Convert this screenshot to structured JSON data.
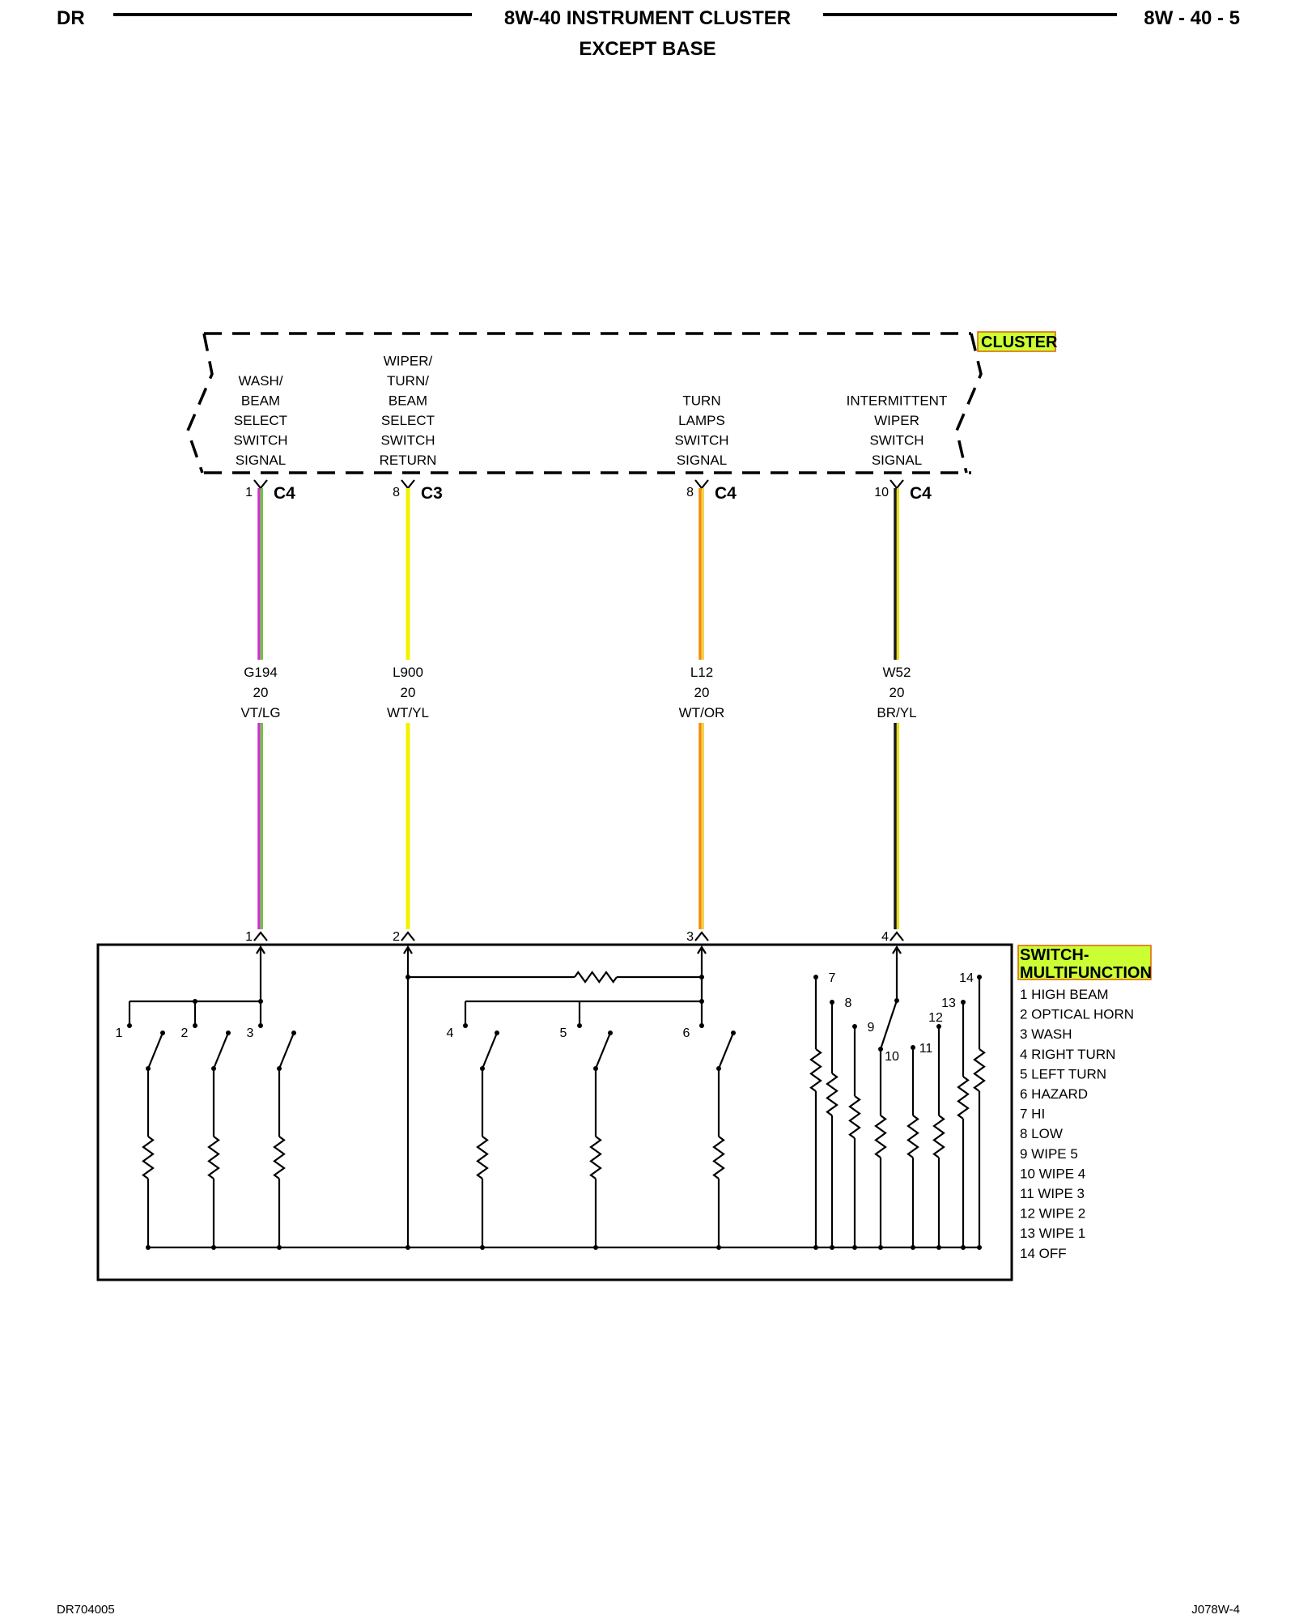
{
  "header": {
    "left": "DR",
    "title": "8W-40 INSTRUMENT CLUSTER",
    "subtitle": "EXCEPT BASE",
    "page": "8W - 40 - 5"
  },
  "cluster": {
    "label": "CLUSTER",
    "highlight": "#ccff33",
    "circuits": [
      {
        "lines": [
          "WASH/",
          "BEAM",
          "SELECT",
          "SWITCH",
          "SIGNAL"
        ],
        "pin": "1",
        "connector": "C4",
        "wire_id": "G194",
        "gauge": "20",
        "color_code": "VT/LG",
        "colors": [
          "#cc33cc",
          "#66cc33"
        ],
        "switch_pin": "1"
      },
      {
        "lines": [
          "WIPER/",
          "TURN/",
          "BEAM",
          "SELECT",
          "SWITCH",
          "RETURN"
        ],
        "pin": "8",
        "connector": "C3",
        "wire_id": "L900",
        "gauge": "20",
        "color_code": "WT/YL",
        "colors": [
          "#f2f200"
        ],
        "switch_pin": "2"
      },
      {
        "lines": [
          "TURN",
          "LAMPS",
          "SWITCH",
          "SIGNAL"
        ],
        "pin": "8",
        "connector": "C4",
        "wire_id": "L12",
        "gauge": "20",
        "color_code": "WT/OR",
        "colors": [
          "#f28c00",
          "#f2d24a"
        ],
        "switch_pin": "3"
      },
      {
        "lines": [
          "INTERMITTENT",
          "WIPER",
          "SWITCH",
          "SIGNAL"
        ],
        "pin": "10",
        "connector": "C4",
        "wire_id": "W52",
        "gauge": "20",
        "color_code": "BR/YL",
        "colors": [
          "#1a1a1a",
          "#e8e000"
        ],
        "switch_pin": "4"
      }
    ]
  },
  "switch": {
    "label_line1": "SWITCH-",
    "label_line2": "MULTIFUNCTION",
    "internal_numbers": [
      "1",
      "2",
      "3",
      "4",
      "5",
      "6",
      "7",
      "8",
      "9",
      "10",
      "11",
      "12",
      "13",
      "14"
    ],
    "legend": [
      "1 HIGH BEAM",
      "2 OPTICAL HORN",
      "3 WASH",
      "4 RIGHT TURN",
      "5 LEFT TURN",
      "6 HAZARD",
      "7 HI",
      "8 LOW",
      "9 WIPE 5",
      "10 WIPE 4",
      "11 WIPE 3",
      "12 WIPE 2",
      "13 WIPE 1",
      "14 OFF"
    ]
  },
  "footer": {
    "left": "DR704005",
    "right": "J078W-4"
  }
}
